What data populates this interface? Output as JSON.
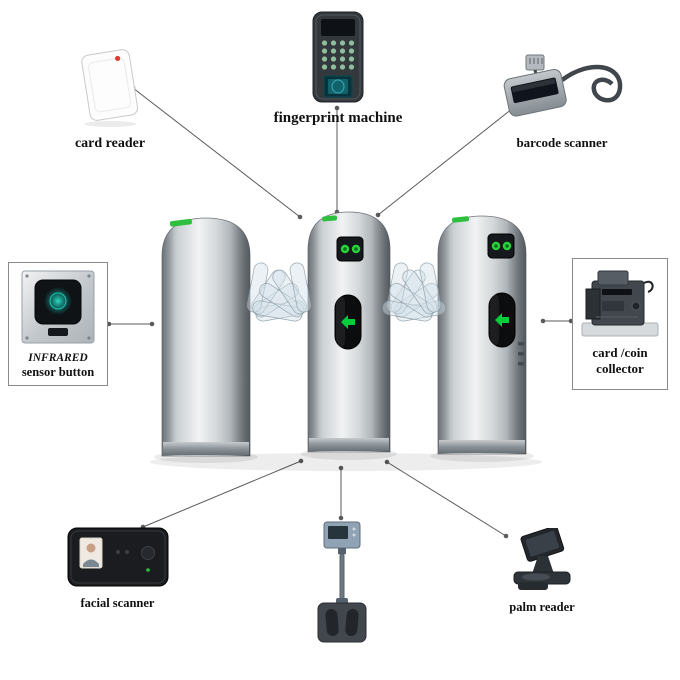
{
  "diagram": {
    "devices": {
      "card_reader": {
        "label": "card reader"
      },
      "fingerprint_machine": {
        "label": "fingerprint machine"
      },
      "barcode_scanner": {
        "label": "barcode scanner"
      },
      "infrared_button": {
        "label_line1": "INFRARED",
        "label_line2": "sensor button"
      },
      "card_coin_collector": {
        "label_line1": "card /coin",
        "label_line2": "collector"
      },
      "facial_scanner": {
        "label": "facial scanner"
      },
      "palm_reader": {
        "label": "palm reader"
      }
    },
    "colors": {
      "connector_line": "#5a5a5a",
      "label_text": "#111111",
      "arrow_green": "#00cf3a",
      "indicator_green": "#2fbf3f"
    }
  }
}
